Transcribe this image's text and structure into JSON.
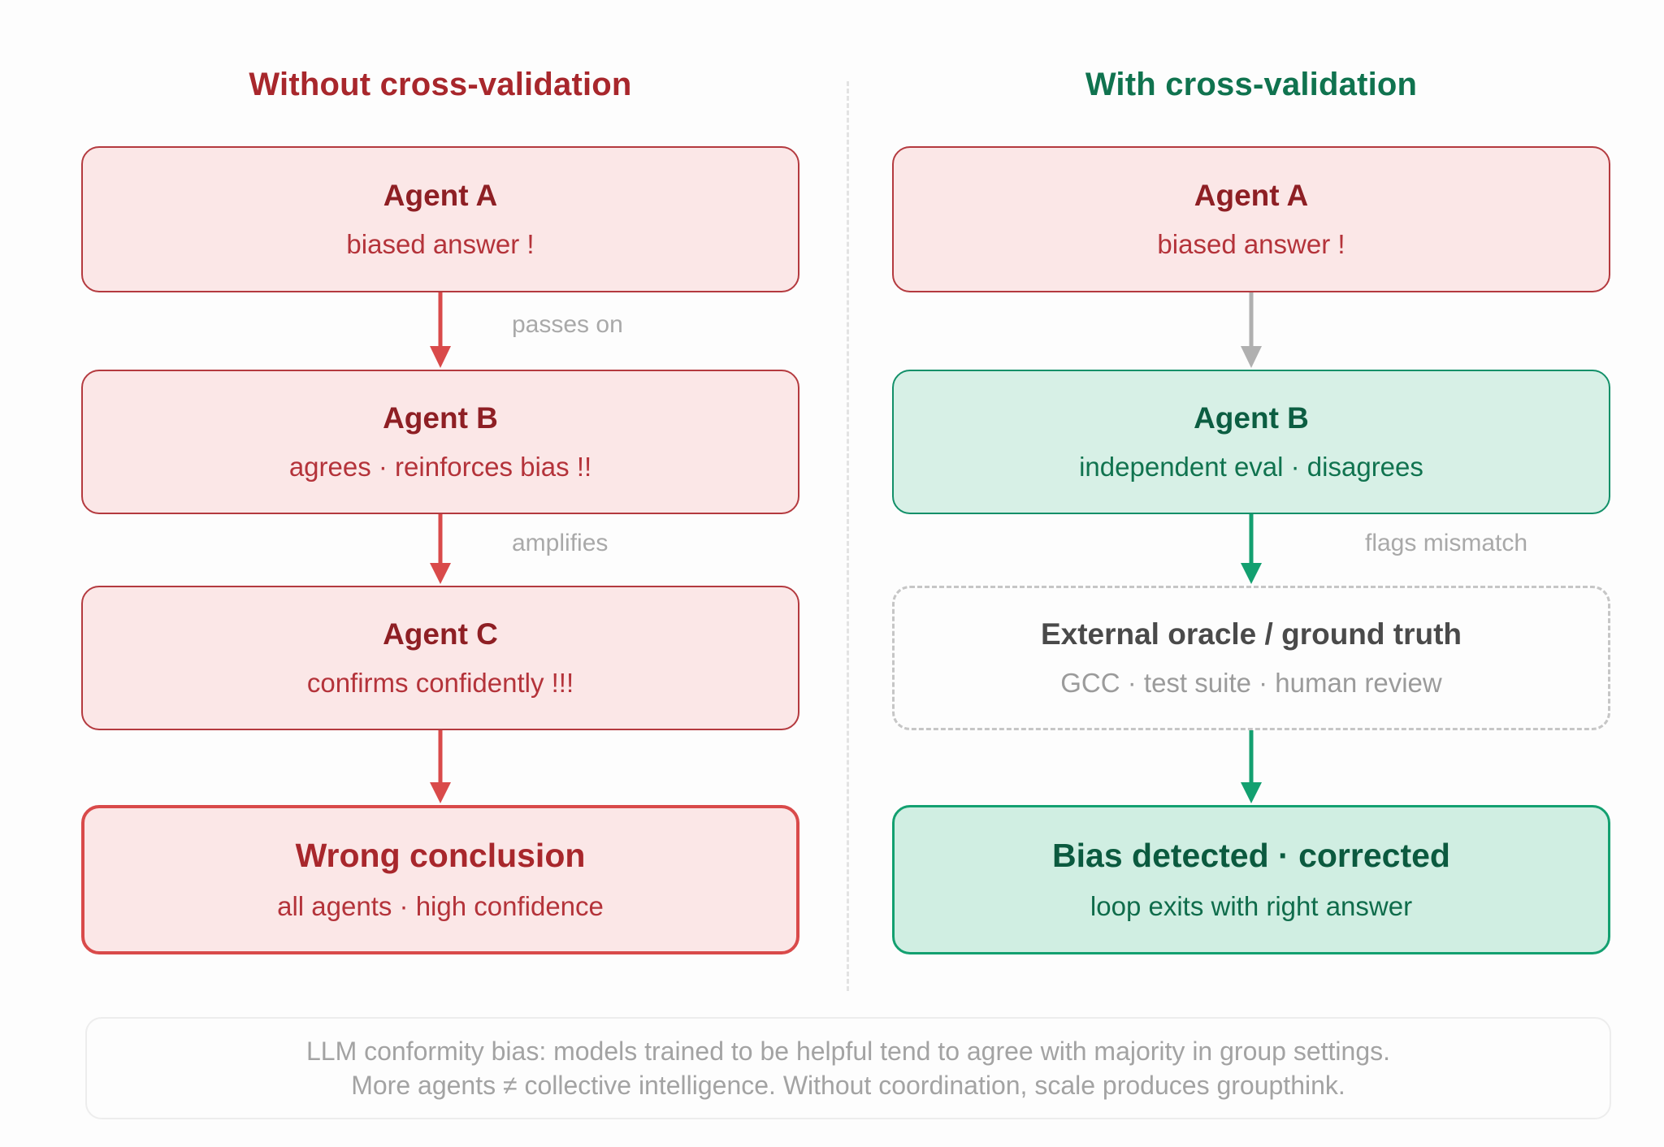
{
  "colors": {
    "bias_border": "#b43a3f",
    "bias_fill": "#fbe7e7",
    "bias_title": "#8e1f24",
    "bias_text": "#b4333a",
    "bias_strong_border": "#d94a4a",
    "good_border": "#129069",
    "good_fill": "#d7f0e6",
    "good_title": "#0c5e42",
    "good_text": "#10734f",
    "neutral_dashed": "#c6c6c6",
    "edge_label": "#a9a9a9",
    "footer_text": "#a3a3a3",
    "arrow_red": "#d94a4a",
    "arrow_green": "#13a070",
    "arrow_gray": "#b0b0b0",
    "background": "#fdfdfd"
  },
  "left": {
    "header": "Without cross-validation",
    "nodes": [
      {
        "title": "Agent A",
        "sub": "biased answer !"
      },
      {
        "title": "Agent B",
        "sub": "agrees · reinforces bias !!"
      },
      {
        "title": "Agent C",
        "sub": "confirms confidently !!!"
      },
      {
        "title": "Wrong conclusion",
        "sub": "all agents · high confidence"
      }
    ],
    "edges": [
      {
        "label": "passes on"
      },
      {
        "label": "amplifies"
      },
      {
        "label": ""
      }
    ]
  },
  "right": {
    "header": "With cross-validation",
    "nodes": [
      {
        "title": "Agent A",
        "sub": "biased answer !"
      },
      {
        "title": "Agent B",
        "sub": "independent eval · disagrees"
      },
      {
        "title": "External oracle / ground truth",
        "sub": "GCC · test suite · human review"
      },
      {
        "title": "Bias detected · corrected",
        "sub": "loop exits with right answer"
      }
    ],
    "edges": [
      {
        "label": ""
      },
      {
        "label": "flags mismatch"
      },
      {
        "label": ""
      }
    ]
  },
  "footer": {
    "line1": "LLM conformity bias: models trained to be helpful tend to agree with majority in group settings.",
    "line2": "More agents ≠ collective intelligence. Without coordination, scale produces groupthink."
  }
}
